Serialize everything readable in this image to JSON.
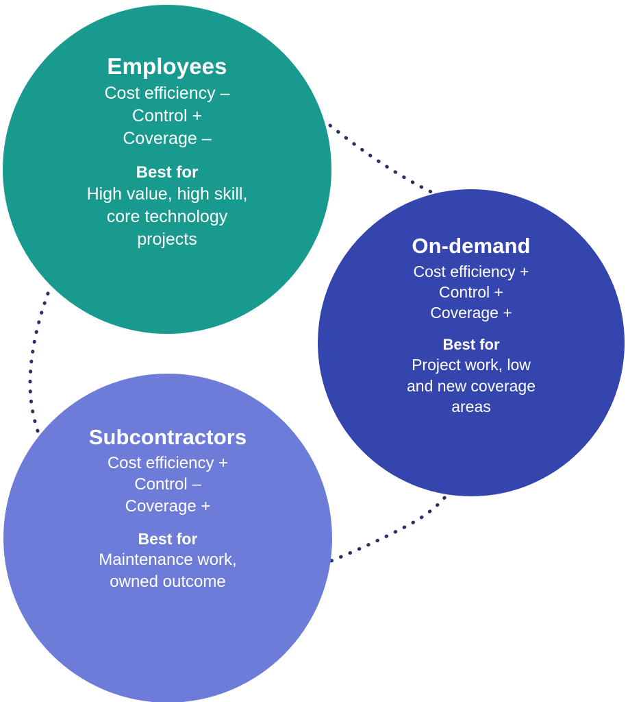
{
  "diagram": {
    "type": "venn-style-circles",
    "background_color": "#ffffff",
    "connector_color": "#2a3060"
  },
  "circles": [
    {
      "id": "employees",
      "title": "Employees",
      "color": "#199a8e",
      "attributes": [
        "Cost efficiency –",
        "Control +",
        "Coverage –"
      ],
      "best_for_label": "Best for",
      "best_for_lines": [
        "High value, high skill,",
        "core technology",
        "projects"
      ]
    },
    {
      "id": "ondemand",
      "title": "On-demand",
      "color": "#3545ae",
      "attributes": [
        "Cost efficiency +",
        "Control +",
        "Coverage +"
      ],
      "best_for_label": "Best for",
      "best_for_lines": [
        "Project work, low",
        "and new coverage",
        "areas"
      ]
    },
    {
      "id": "subcontractors",
      "title": "Subcontractors",
      "color": "#6d7bd9",
      "attributes": [
        "Cost efficiency +",
        "Control –",
        "Coverage +"
      ],
      "best_for_label": "Best for",
      "best_for_lines": [
        "Maintenance work,",
        "owned outcome"
      ]
    }
  ],
  "connectors": [
    {
      "id": "employees-to-ondemand",
      "from": "employees",
      "to": "ondemand"
    },
    {
      "id": "employees-to-subcontractors",
      "from": "employees",
      "to": "subcontractors"
    },
    {
      "id": "subcontractors-to-ondemand",
      "from": "subcontractors",
      "to": "ondemand"
    }
  ]
}
